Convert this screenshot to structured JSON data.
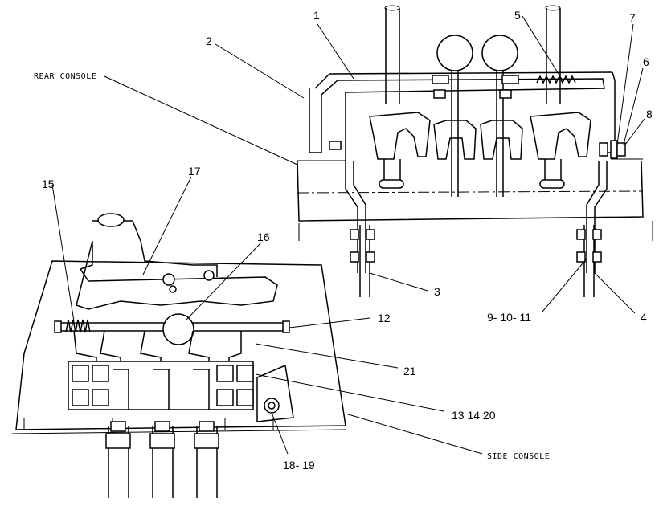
{
  "labels": {
    "rear_console": "REAR CONSOLE",
    "side_console": "SIDE CONSOLE",
    "n1": "1",
    "n2": "2",
    "n3": "3",
    "n4": "4",
    "n5": "5",
    "n6": "6",
    "n7": "7",
    "n8": "8",
    "n9_10_11": "9- 10- 11",
    "n12": "12",
    "n13_14_20": "13  14  20",
    "n15": "15",
    "n16": "16",
    "n17": "17",
    "n18_19": "18- 19",
    "n21": "21"
  }
}
